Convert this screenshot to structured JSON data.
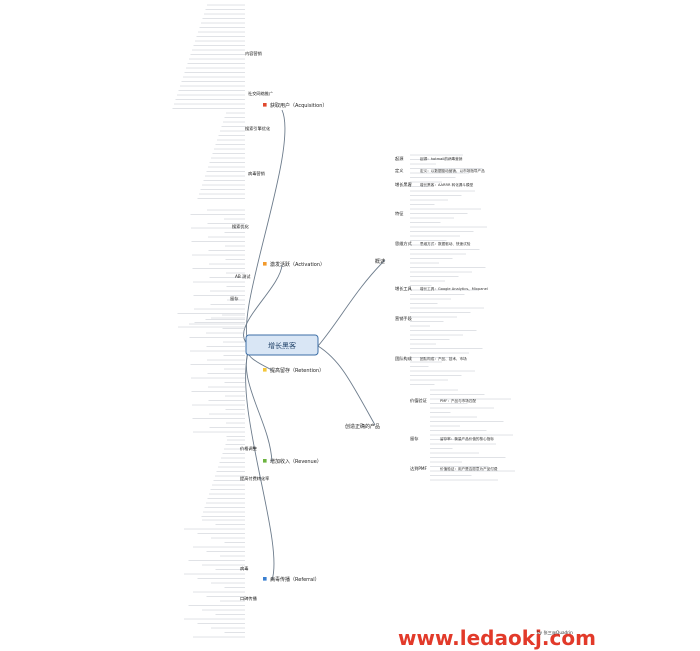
{
  "center": "增长黑客",
  "branches": [
    {
      "label": "获取用户（Acquisition）",
      "icon": "number-1-badge-icon"
    },
    {
      "label": "激发活跃（Activation）",
      "icon": "number-2-badge-icon"
    },
    {
      "label": "提高留存（Retention）",
      "icon": "number-3-badge-icon"
    },
    {
      "label": "增加收入（Revenue）",
      "icon": "number-4-badge-icon"
    },
    {
      "label": "病毒传播（Referral）",
      "icon": "number-5-badge-icon"
    },
    {
      "label": "概述",
      "icon": ""
    },
    {
      "label": "创造正确的产品",
      "icon": ""
    }
  ],
  "side_labels": {
    "acquisition": [
      "内容营销",
      "社交网络推广",
      "搜索引擎优化",
      "病毒营销"
    ],
    "activation": [
      "搜索优化",
      "AB 测试",
      "留存"
    ],
    "revenue": [
      "价格调整",
      "提高付费转化率"
    ],
    "referral": [
      "病毒",
      "口碑传播"
    ],
    "overview": [
      "起源",
      "定义",
      "增长黑客",
      "特征",
      "思维方式",
      "增长工具",
      "营销手段",
      "团队构成"
    ],
    "product": [
      "价值验证",
      "留存",
      "达到PMF"
    ]
  },
  "overview_snippets": [
    "起源：hotmail的病毒营销",
    "定义：以数据驱动营销，以市场指导产品",
    "增长黑客：AARRR 转化漏斗模型",
    "思维方式：数据驱动、快速试验",
    "增长工具：Google Analytics、Mixpanel",
    "团队构成：产品、技术、市场"
  ],
  "product_snippets": [
    "PMF：产品与市场匹配",
    "留存率：衡量产品价值的核心指标",
    "价值验证：用户是否愿意为产品付费"
  ],
  "watermark": "www.ledaokj.com",
  "credit": "by 张三@Quadrin",
  "colors": {
    "trunk": "#6d7c8c",
    "center_fill": "#d9e6f5",
    "center_stroke": "#3c6ea6",
    "badge_red": "#e0482d",
    "badge_orange": "#f29a2c",
    "badge_yellow": "#f3c63b",
    "badge_green": "#6cb33f",
    "badge_blue": "#3a7fd0",
    "watermark": "#e23a2a"
  }
}
